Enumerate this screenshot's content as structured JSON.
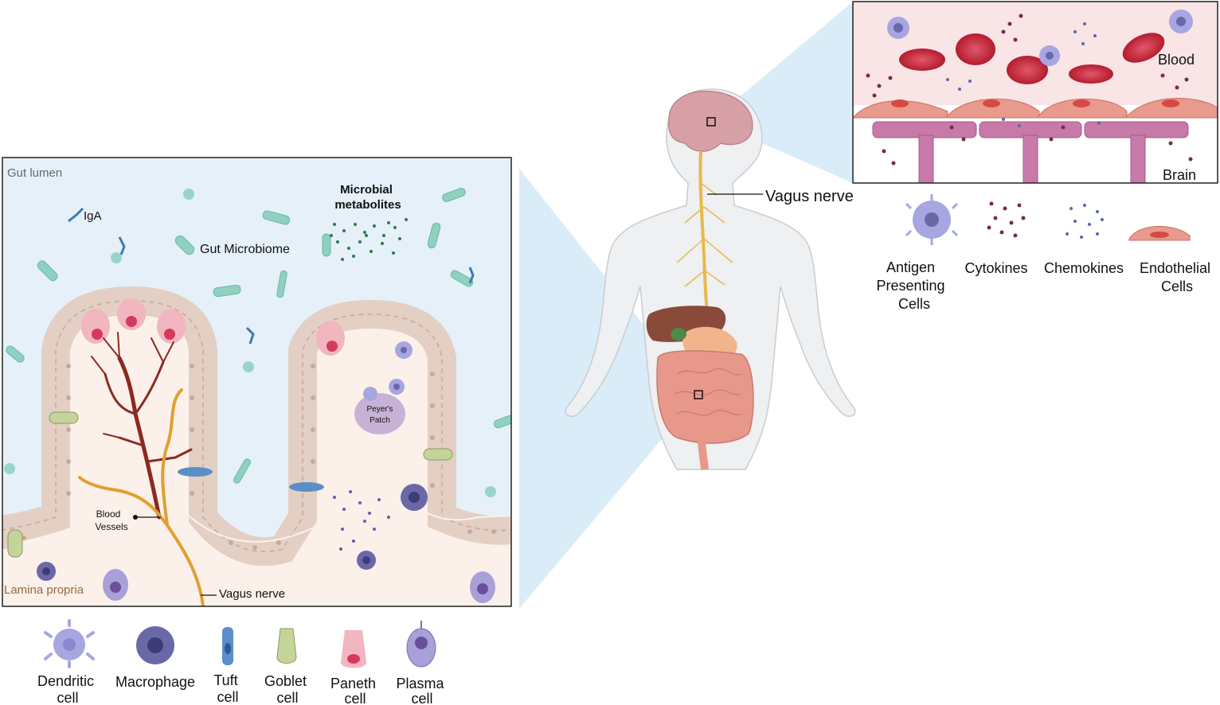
{
  "gut_panel": {
    "lumen_label": "Gut lumen",
    "lamina_label": "Lamina propria",
    "iga_label": "IgA",
    "microbiome_label": "Gut Microbiome",
    "metabolites_line1": "Microbial",
    "metabolites_line2": "metabolites",
    "peyers_line1": "Peyer's",
    "peyers_line2": "Patch",
    "blood_vessels_line1": "Blood",
    "blood_vessels_line2": "Vessels",
    "vagus_label": "Vagus nerve"
  },
  "body_figure": {
    "vagus_label": "Vagus nerve"
  },
  "bbb_panel": {
    "blood_label": "Blood",
    "brain_label": "Brain"
  },
  "right_legend": [
    {
      "lines": [
        "Antigen",
        "Presenting",
        "Cells"
      ],
      "icon": "antigen-presenting-cell-icon"
    },
    {
      "lines": [
        "Cytokines"
      ],
      "icon": "cytokines-icon"
    },
    {
      "lines": [
        "Chemokines"
      ],
      "icon": "chemokines-icon"
    },
    {
      "lines": [
        "Endothelial",
        "Cells"
      ],
      "icon": "endothelial-cell-icon"
    }
  ],
  "bottom_legend": [
    {
      "lines": [
        "Dendritic",
        "cell"
      ],
      "icon": "dendritic-cell-icon"
    },
    {
      "lines": [
        "Macrophage"
      ],
      "icon": "macrophage-icon"
    },
    {
      "lines": [
        "Tuft",
        "cell"
      ],
      "icon": "tuft-cell-icon"
    },
    {
      "lines": [
        "Goblet",
        "cell"
      ],
      "icon": "goblet-cell-icon"
    },
    {
      "lines": [
        "Paneth",
        "cell"
      ],
      "icon": "paneth-cell-icon"
    },
    {
      "lines": [
        "Plasma",
        "cell"
      ],
      "icon": "plasma-cell-icon"
    }
  ],
  "colors": {
    "lumen": "#e8f1f8",
    "lamina": "#fdf3ec",
    "epithelium": "#e8d5cc",
    "blood_vessel": "#8b2a22",
    "nerve": "#e0a030",
    "projection": "#bfe0f2",
    "red_cell": "#c82a3a",
    "endothelial": "#e89a8c",
    "brain_vessel": "#c77aa8",
    "dendritic": "#a7a6e0",
    "macrophage": "#6b68a8"
  }
}
